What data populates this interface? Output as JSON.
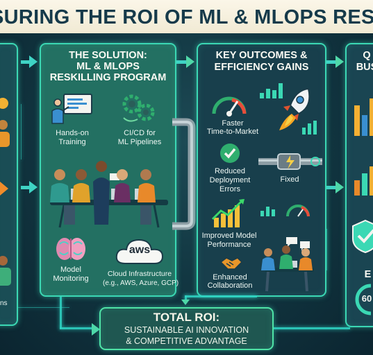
{
  "header": {
    "title": "SURING THE ROI OF ML & MLOPS RESKILLI"
  },
  "left_panel": {
    "fragment_text": "ns"
  },
  "solution": {
    "title_line1": "THE SOLUTION:",
    "title_line2": "ML & MLOPS",
    "title_line3": "RESKILLING PROGRAM",
    "item1_line1": "Hands-on",
    "item1_line2": "Training",
    "item2_line1": "CI/CD for",
    "item2_line2": "ML Pipelines",
    "item3_line1": "Model",
    "item3_line2": "Monitoring",
    "aws_logo": "aws",
    "item4_line1": "Cloud Infrastructure",
    "item4_line2": "(e.g., AWS, Azure, GCP)"
  },
  "outcomes": {
    "title_line1": "KEY OUTCOMES &",
    "title_line2": "EFFICIENCY GAINS",
    "o1_line1": "Faster",
    "o1_line2": "Time-to-Market",
    "o2_line1": "Reduced",
    "o2_line2": "Deployment",
    "o2_line3": "Errors",
    "o3": "Fixed",
    "o4_line1": "Improved Model",
    "o4_line2": "Performance",
    "o5_line1": "Enhanced",
    "o5_line2": "Collaboration"
  },
  "right_panel": {
    "title_line1": "Q",
    "title_line2": "BUS",
    "fragment_e": "E",
    "gauge_value": "60"
  },
  "roi": {
    "title": "TOTAL ROI:",
    "line1": "SUSTAINABLE AI INNOVATION",
    "line2": "& COMPETITIVE ADVANTAGE"
  },
  "colors": {
    "accent": "#3bd8b4",
    "title_bg": "#fbf6e8",
    "title_text": "#163a4a",
    "solution_panel": "#237062",
    "outcomes_panel": "#183f4c"
  }
}
